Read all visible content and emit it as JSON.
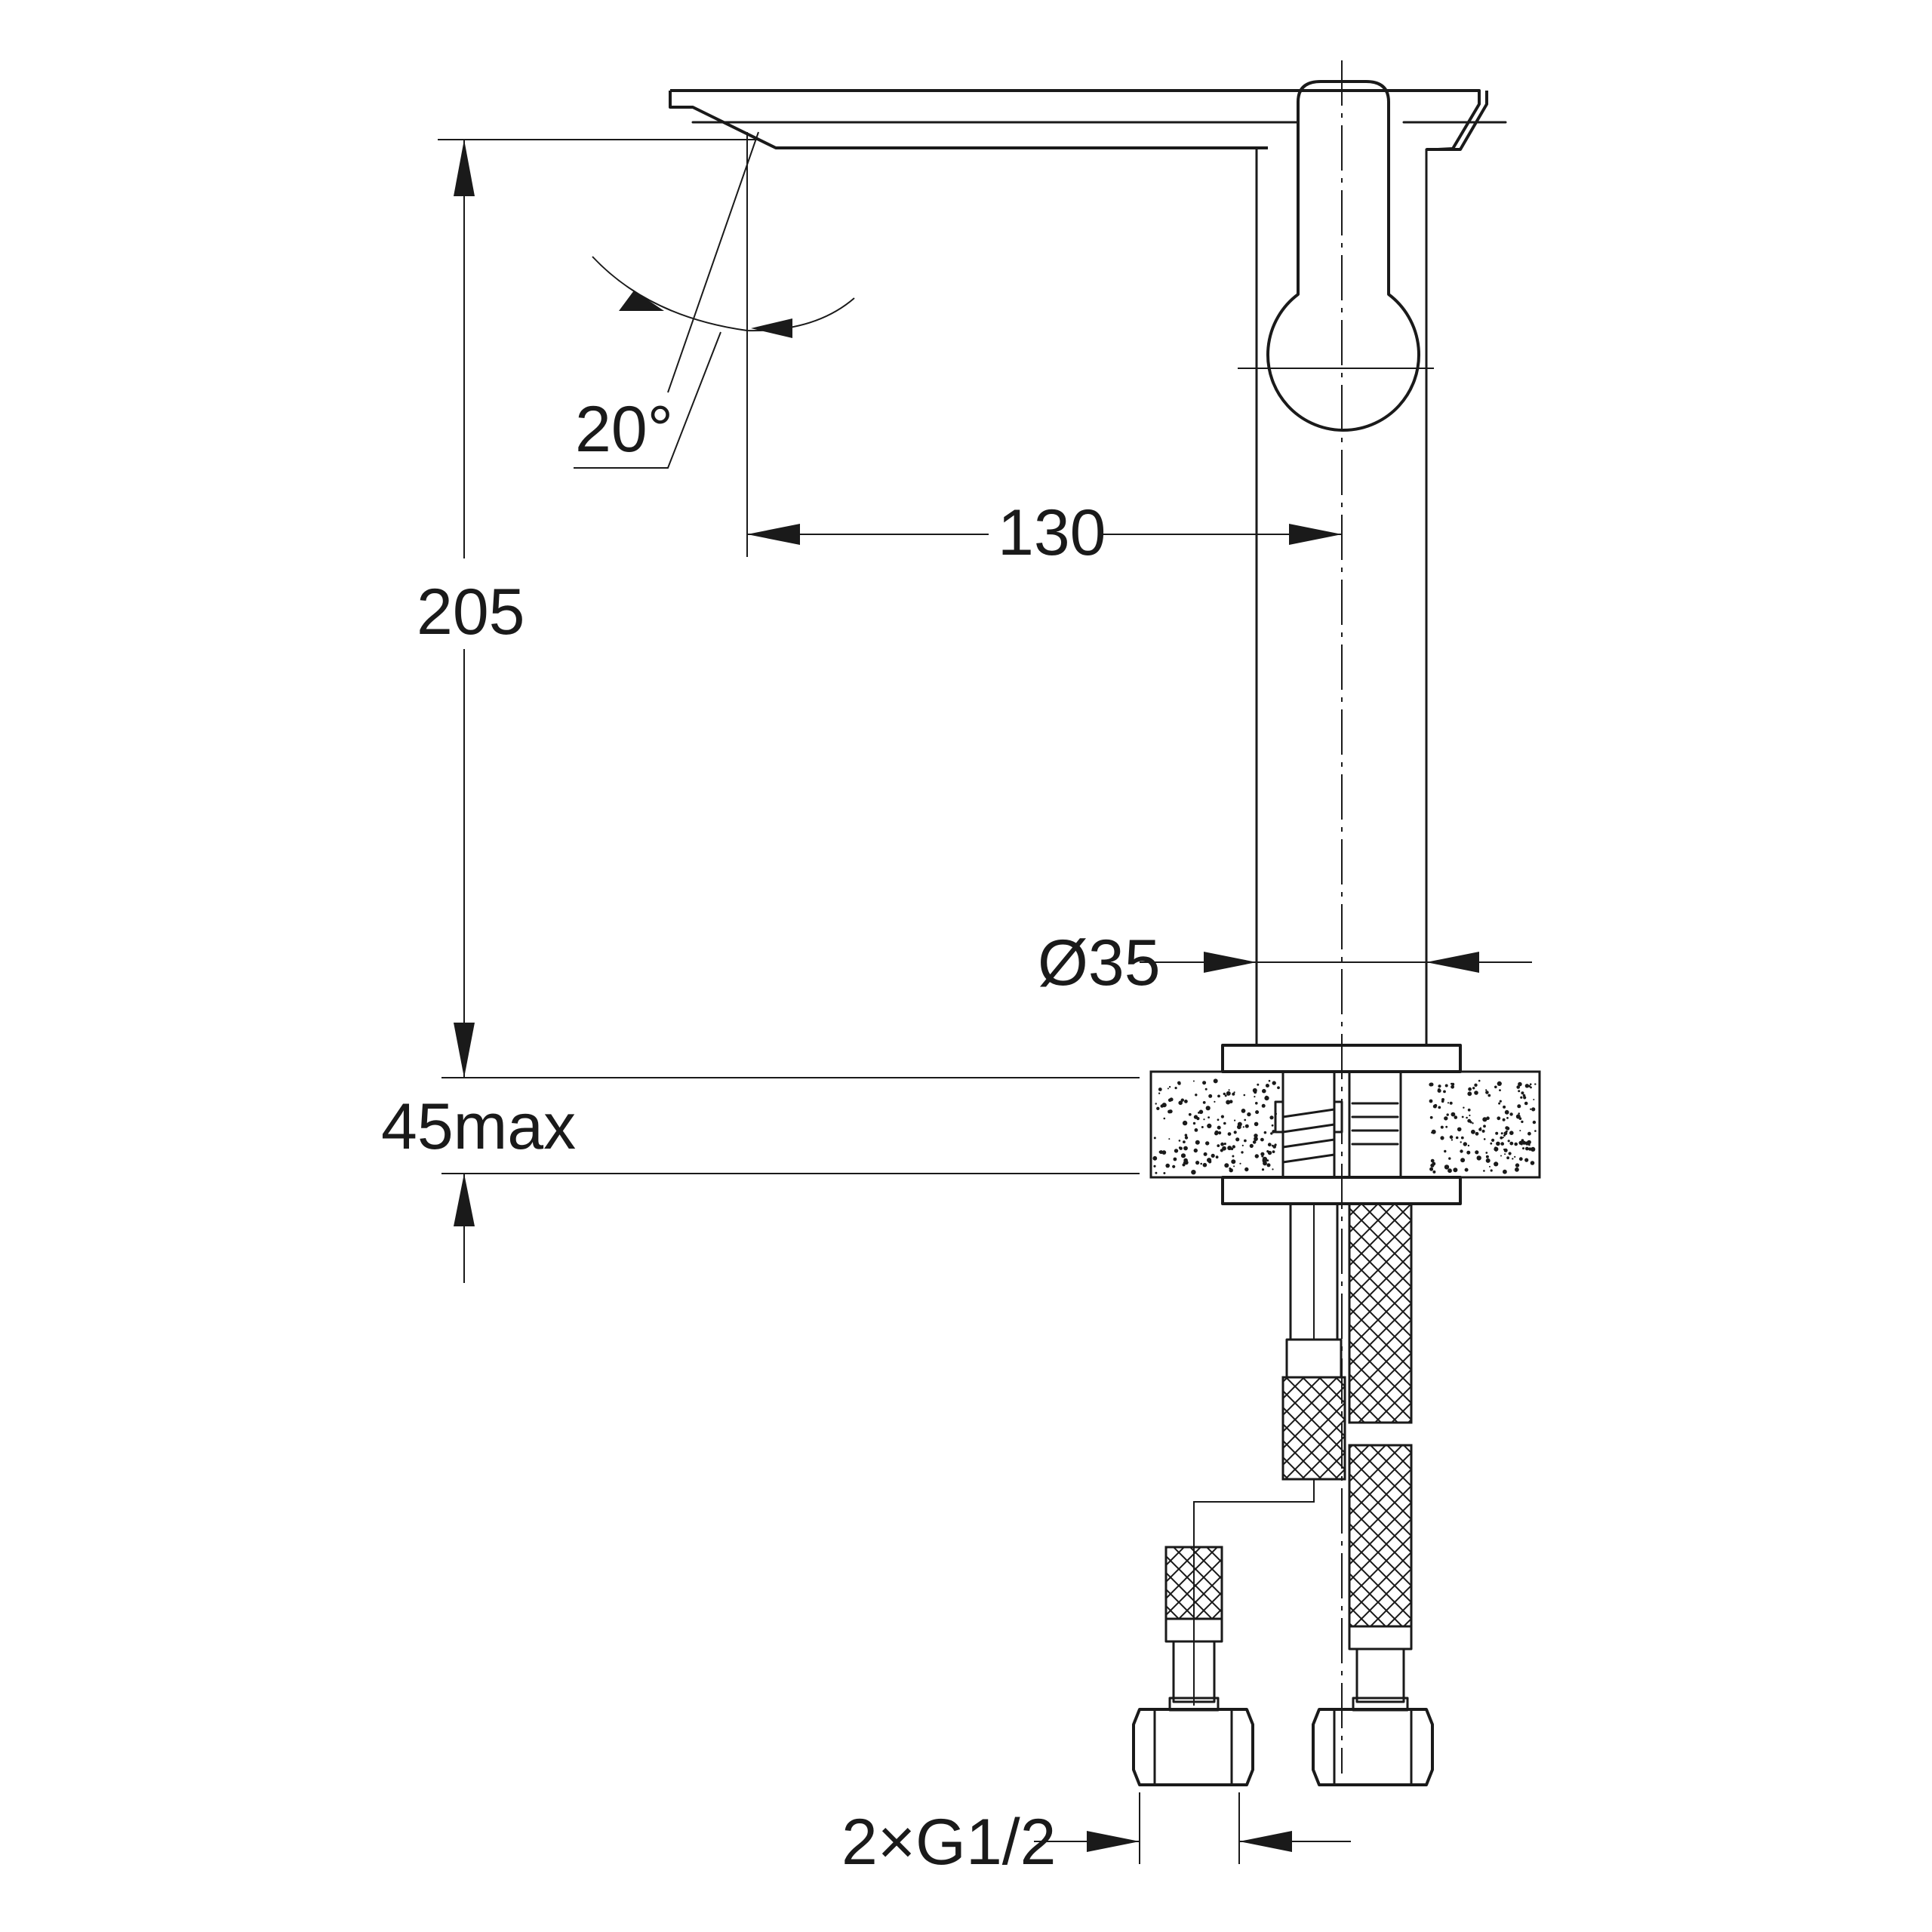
{
  "drawing": {
    "dimensions": {
      "angle_label": "20°",
      "reach_label": "130",
      "height_label": "205",
      "diameter_label": "Ø35",
      "counter_thickness_label": "45max",
      "connection_label": "2×G1/2"
    }
  }
}
